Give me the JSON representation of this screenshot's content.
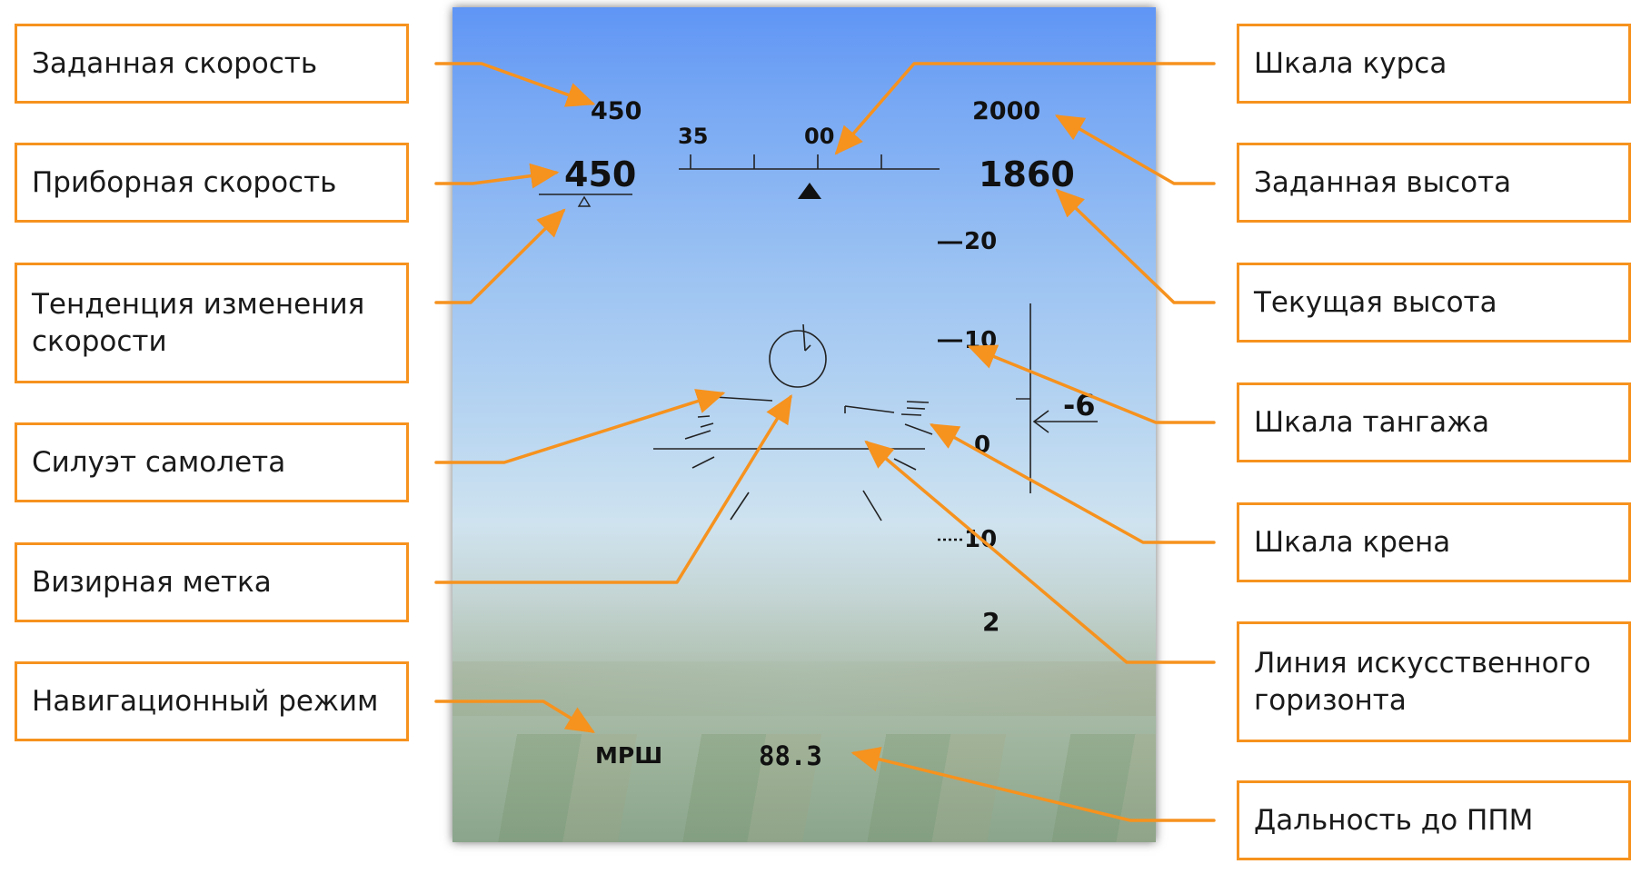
{
  "hud": {
    "set_speed": "450",
    "indicated_speed": "450",
    "heading_left": "35",
    "heading_right": "00",
    "set_altitude": "2000",
    "current_altitude": "1860",
    "pitch_up_20": "20",
    "pitch_up_10": "10",
    "pitch_zero": "0",
    "pitch_down_10": "10",
    "vertical_speed": "-6",
    "digit_2": "2",
    "nav_mode": "МРШ",
    "distance": "88.3"
  },
  "callouts": {
    "set_speed": "Заданная скорость",
    "indicated_speed": "Приборная скорость",
    "speed_trend": "Тенденция изменения скорости",
    "aircraft_silhouette": "Силуэт самолета",
    "aiming_mark": "Визирная метка",
    "nav_mode": "Навигационный режим",
    "heading_scale": "Шкала курса",
    "set_altitude": "Заданная высота",
    "current_altitude": "Текущая высота",
    "pitch_scale": "Шкала тангажа",
    "roll_scale": "Шкала крена",
    "horizon_line": "Линия искусственного горизонта",
    "distance_to_waypoint": "Дальность до ППМ"
  },
  "colors": {
    "callout_accent": "#f6921e",
    "hud_symbology": "#111111"
  }
}
